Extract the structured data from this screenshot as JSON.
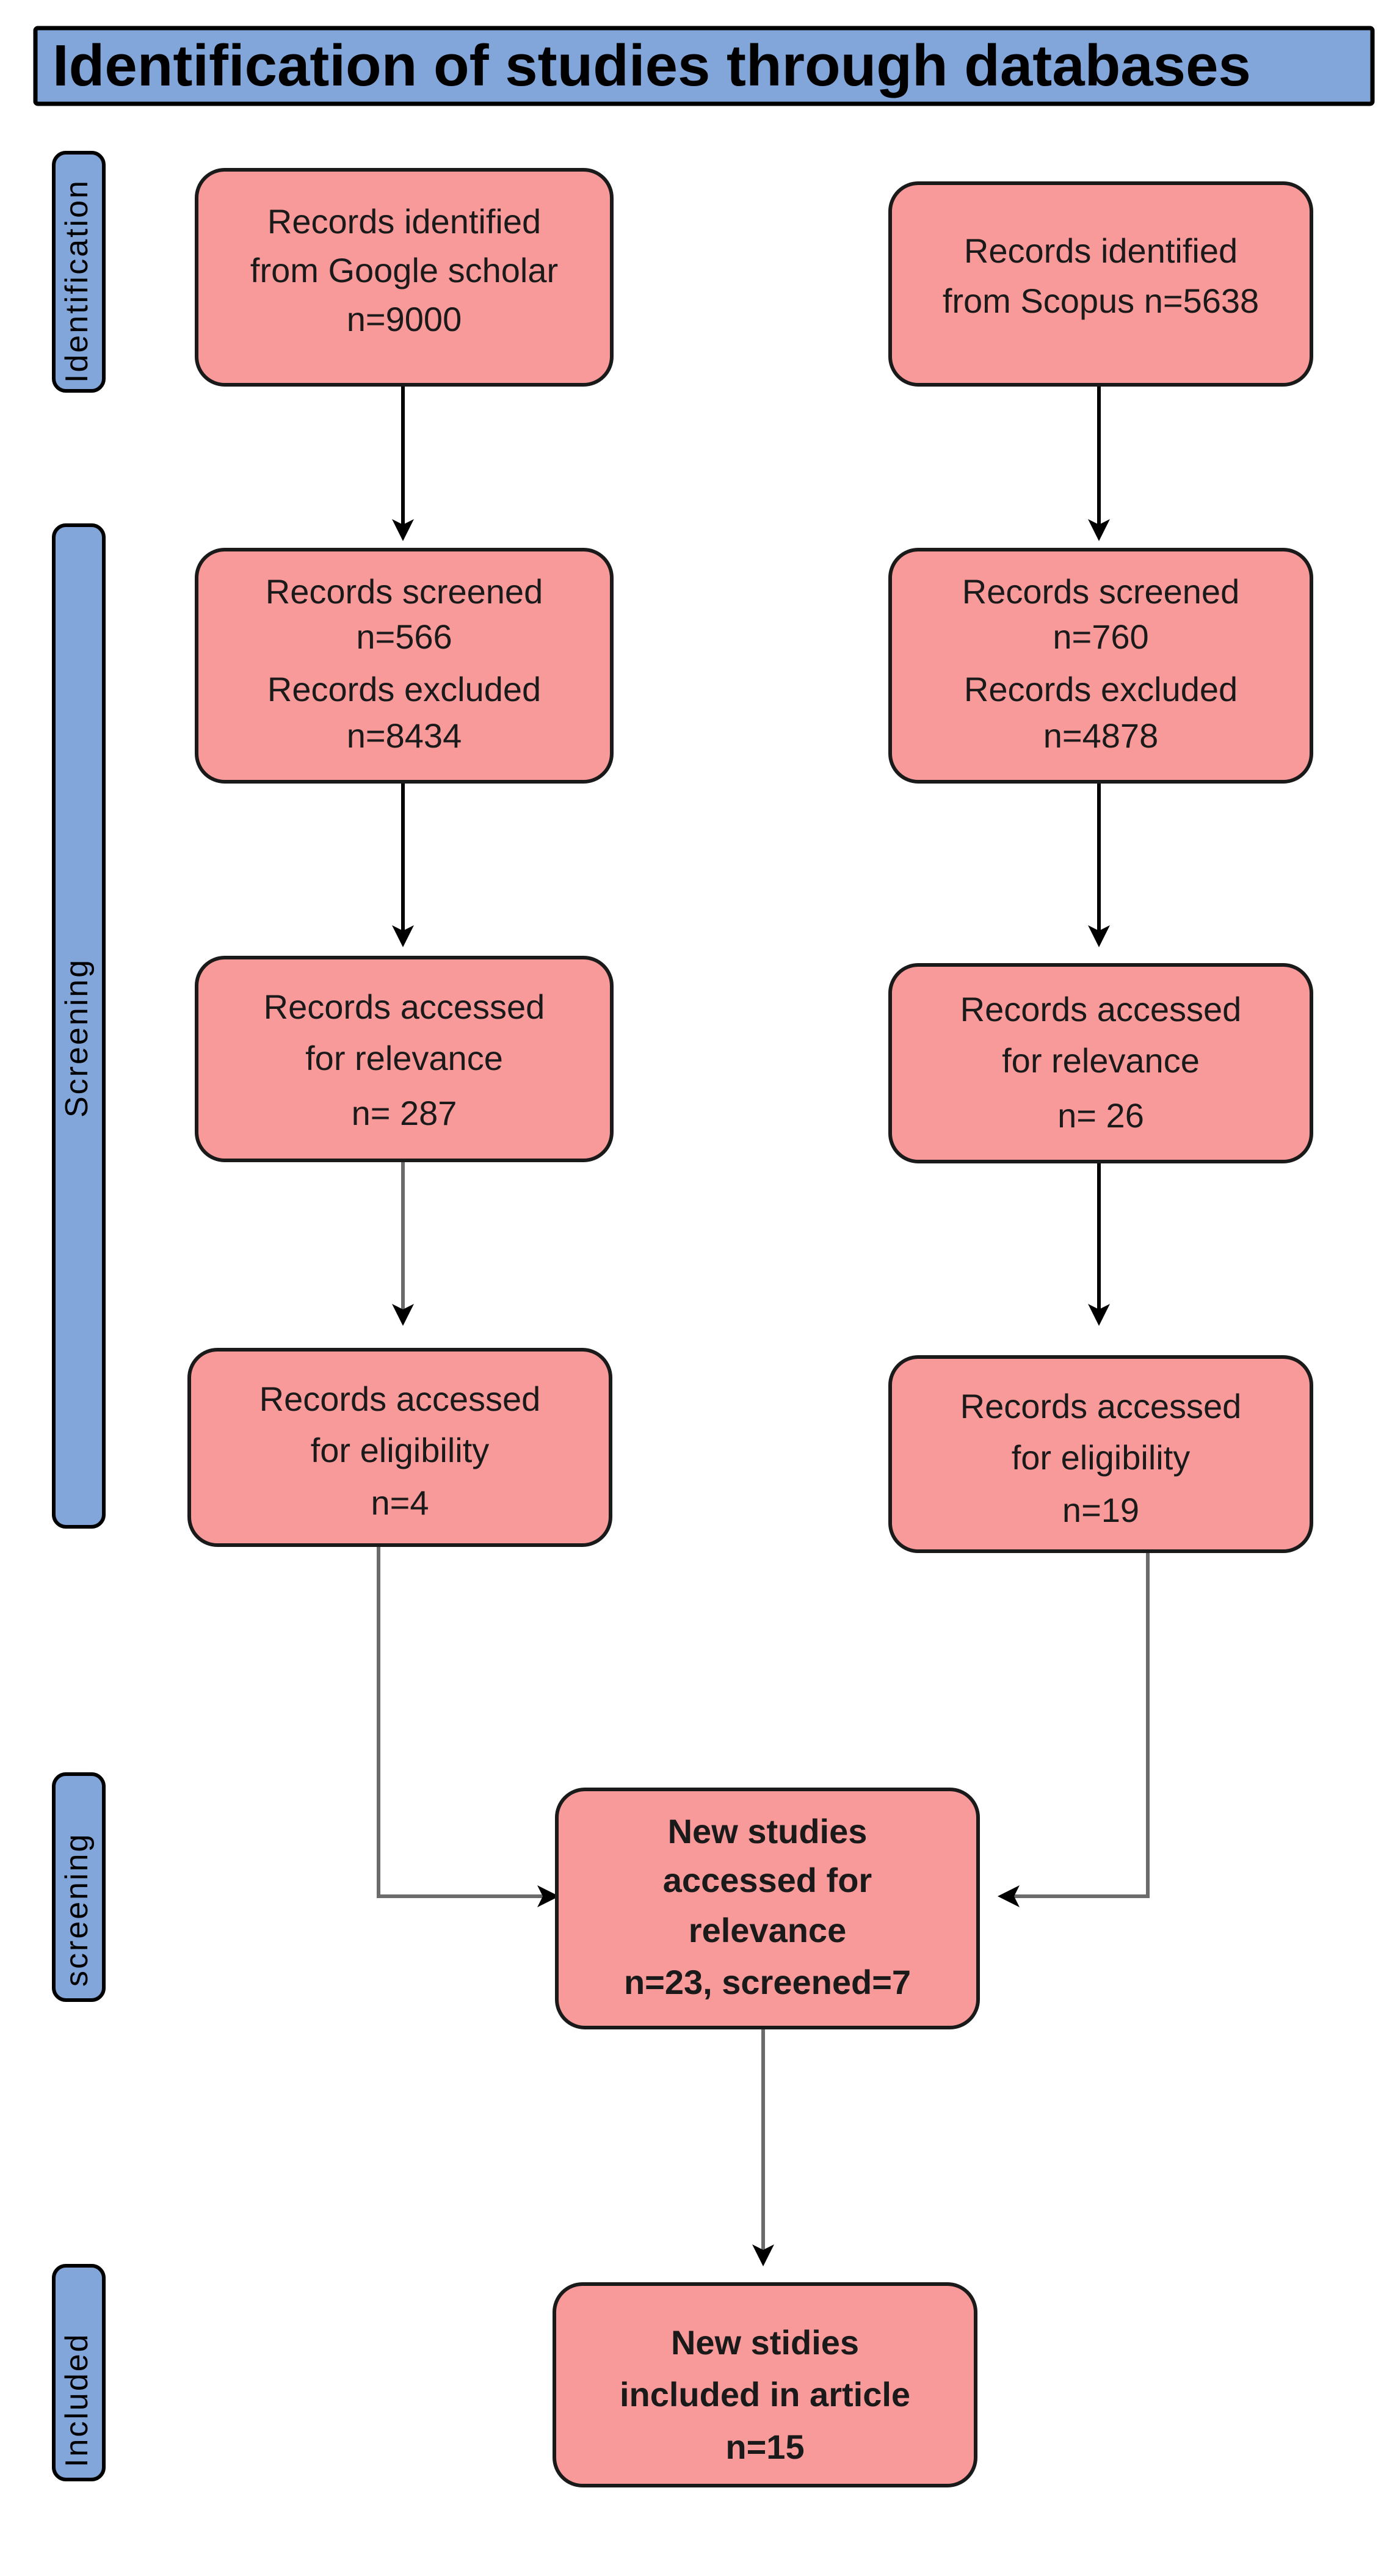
{
  "banner": {
    "title": "Identification of studies through databases"
  },
  "stages": [
    {
      "id": "identification",
      "label": "Identification"
    },
    {
      "id": "screening",
      "label": "Screening"
    },
    {
      "id": "screening-lower",
      "label": "screening"
    },
    {
      "id": "included",
      "label": "Included"
    }
  ],
  "nodes": [
    {
      "id": "google-scholar-identified",
      "lines": [
        "Records identified",
        "from Google scholar",
        "n=9000"
      ],
      "bold": false
    },
    {
      "id": "scopus-identified",
      "lines": [
        "Records identified",
        "from Scopus n=5638"
      ],
      "bold": false
    },
    {
      "id": "google-scholar-screened",
      "lines": [
        "Records screened",
        "n=566",
        "Records excluded",
        "n=8434"
      ],
      "bold": false
    },
    {
      "id": "scopus-screened",
      "lines": [
        "Records screened",
        "n=760",
        "Records excluded",
        "n=4878"
      ],
      "bold": false
    },
    {
      "id": "google-scholar-relevance",
      "lines": [
        "Records accessed",
        "for relevance",
        "n= 287"
      ],
      "bold": false
    },
    {
      "id": "scopus-relevance",
      "lines": [
        "Records accessed",
        "for relevance",
        "n= 26"
      ],
      "bold": false
    },
    {
      "id": "google-scholar-eligibility",
      "lines": [
        "Records accessed",
        "for eligibility",
        "n=4"
      ],
      "bold": false
    },
    {
      "id": "scopus-eligibility",
      "lines": [
        "Records accessed",
        "for eligibility",
        "n=19"
      ],
      "bold": false
    },
    {
      "id": "new-studies-relevance",
      "lines": [
        "New studies",
        "accessed for",
        "relevance",
        "n=23, screened=7"
      ],
      "bold": true
    },
    {
      "id": "new-studies-included",
      "lines": [
        "New stidies",
        "included in article",
        "n=15"
      ],
      "bold": true
    }
  ],
  "colors": {
    "banner_fill": "#82a6da",
    "stage_fill": "#82a6da",
    "node_fill": "#f99a9a",
    "node_stroke": "#1a1a1a",
    "edge_black": "#000000",
    "edge_gray": "#6b6b6b",
    "background": "#ffffff"
  }
}
